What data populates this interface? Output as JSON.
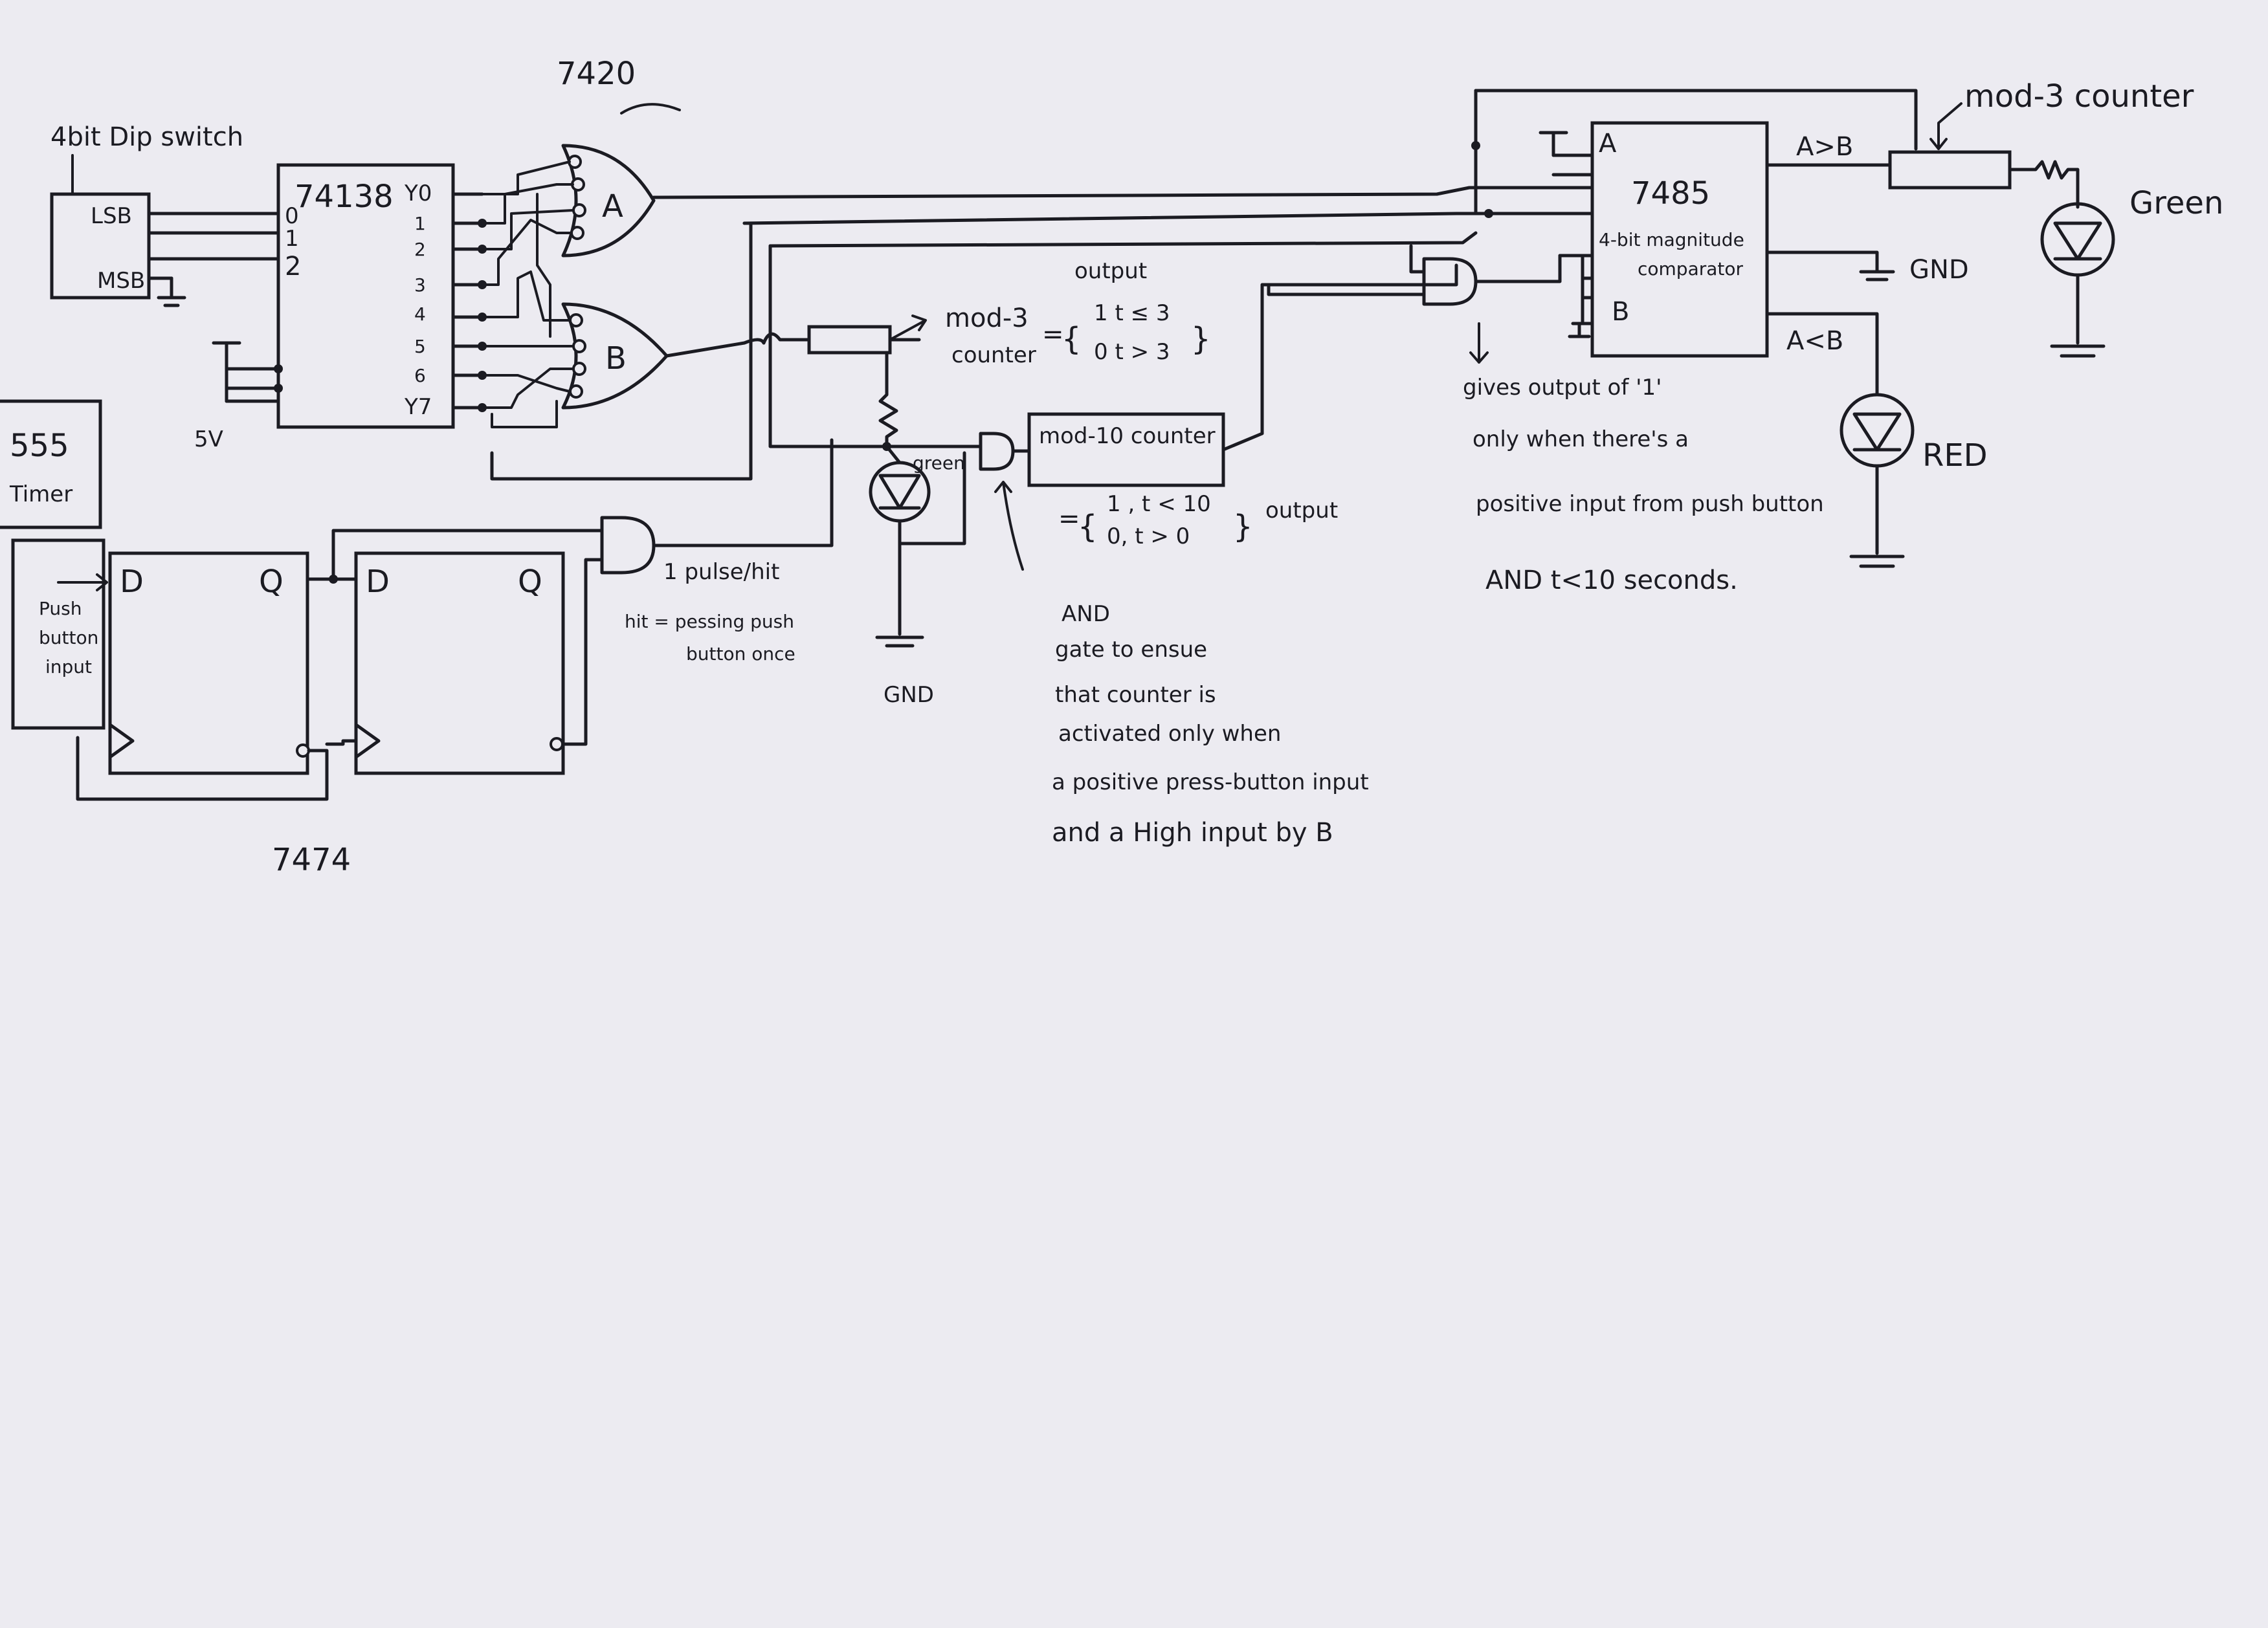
{
  "labels": {
    "dip_switch": "4bit Dip switch",
    "lsb": "LSB",
    "msb": "MSB",
    "decoder": "74138",
    "pin_0": "0",
    "pin_1": "1",
    "pin_2": "2",
    "out_y0": "Y0",
    "out_1": "1",
    "out_2": "2",
    "out_3": "3",
    "out_4": "4",
    "out_5": "5",
    "out_6": "6",
    "out_y7": "Y7",
    "vcc": "5V",
    "timer": "555",
    "timer_sub": "Timer",
    "or_chip": "7420",
    "gate_a": "A",
    "gate_b": "B",
    "push_button": [
      "Push",
      "button",
      "input"
    ],
    "ff_d": "D",
    "ff_q": "Q",
    "flipflop_chip": "7474",
    "pulse": "1 pulse/hit",
    "hit_def": [
      "hit = pessing push",
      "button once"
    ],
    "mod3_output_title": "output",
    "mod3_counter": [
      "mod-3",
      "counter"
    ],
    "mod3_eq": "=",
    "mod3_piece_1": "1   t ≤ 3",
    "mod3_piece_2": "0   t > 3",
    "green_small": "green",
    "gnd_mid": "GND",
    "mod10": "mod-10 counter",
    "mod10_eq": "=",
    "mod10_piece_1": "1 ,  t < 10",
    "mod10_piece_2": "0,   t > 0",
    "mod10_output": "output",
    "and_note": [
      "AND",
      "gate to ensue",
      "that counter is",
      "activated only when",
      "a positive press-button input",
      "and a High input by B"
    ],
    "comparator_chip": "7485",
    "comparator_desc": [
      "4-bit magnitude",
      "comparator"
    ],
    "comp_a": "A",
    "comp_b": "B",
    "a_gt_b": "A>B",
    "a_lt_b": "A<B",
    "gnd_right": "GND",
    "mod3_counter_right": "mod-3 counter",
    "green_led": "Green",
    "red_led": "RED",
    "gives_note": [
      "gives output of '1'",
      "only when there's a",
      "positive input from push button",
      "AND  t<10 seconds."
    ]
  }
}
